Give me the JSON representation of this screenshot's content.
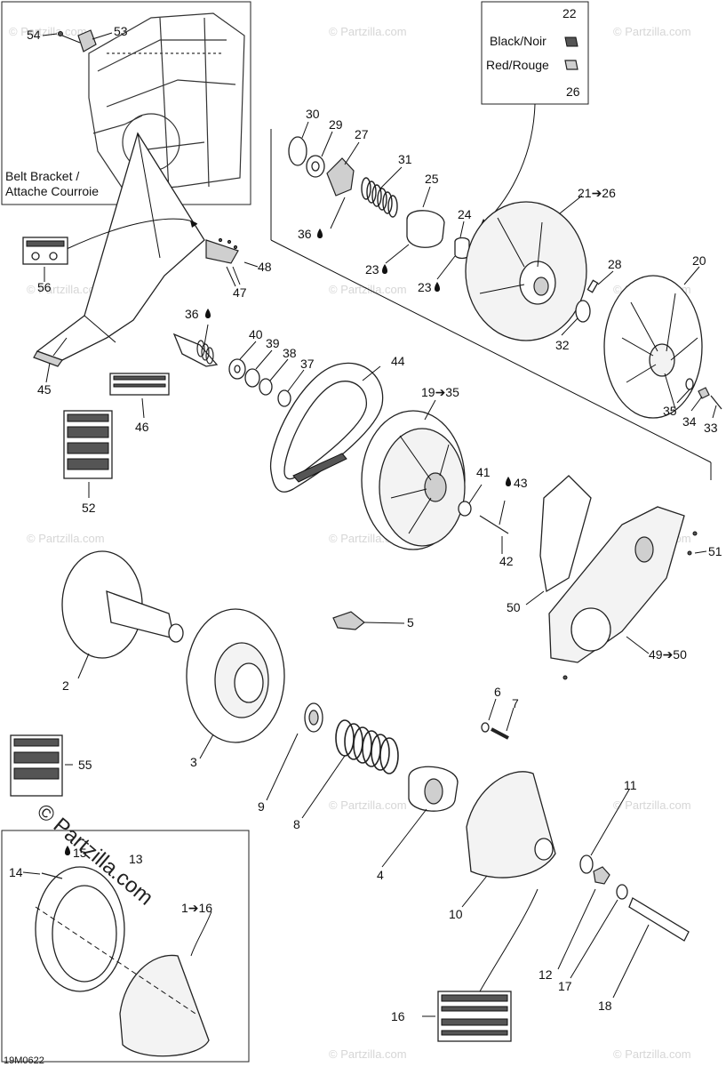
{
  "watermark_text": "© Partzilla.com",
  "corner_watermark": "© Partzilla.com",
  "figure_code": "19M0622",
  "insets": {
    "belt_bracket": "Belt Bracket /\nAttache Courroie",
    "belt_bracket_line1": "Belt Bracket /",
    "belt_bracket_line2": "Attache Courroie",
    "legend_black": "Black/Noir",
    "legend_red": "Red/Rouge"
  },
  "labels": {
    "l1": "2",
    "l2": "3",
    "l3": "4",
    "l4": "5",
    "l5": "6",
    "l6": "7",
    "l7": "8",
    "l8": "9",
    "l9": "10",
    "l10": "11",
    "l11": "12",
    "l12": "13",
    "l13": "14",
    "l14": "15",
    "l15": "16",
    "l16": "1➔16",
    "l17": "17",
    "l18": "18",
    "l19": "19➔35",
    "l20": "20",
    "l21": "21➔26",
    "l22": "22",
    "l23": "23",
    "l24": "23",
    "l25": "24",
    "l26": "25",
    "l27": "26",
    "l28": "27",
    "l29": "28",
    "l30": "29",
    "l31": "30",
    "l32": "31",
    "l33": "32",
    "l34": "33",
    "l35": "34",
    "l36": "35",
    "l37": "36",
    "l38": "36",
    "l39": "37",
    "l40": "38",
    "l41": "39",
    "l42": "40",
    "l43": "41",
    "l44": "42",
    "l45": "43",
    "l46": "44",
    "l47": "45",
    "l48": "46",
    "l49": "47",
    "l50": "48",
    "l51": "49➔50",
    "l52": "50",
    "l53": "51",
    "l54": "52",
    "l55": "53",
    "l56": "54",
    "l57": "55",
    "l58": "56"
  }
}
